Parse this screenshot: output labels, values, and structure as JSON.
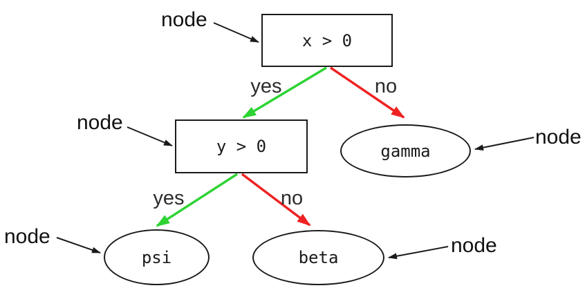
{
  "colors": {
    "yes_edge": "#2ed334",
    "no_edge": "#ee2222",
    "annotation": "#1a1a1a"
  },
  "nodes": [
    {
      "id": "root",
      "shape": "rectangle",
      "label": "x > 0"
    },
    {
      "id": "internal",
      "shape": "rectangle",
      "label": "y > 0"
    },
    {
      "id": "gamma",
      "shape": "ellipse",
      "label": "gamma"
    },
    {
      "id": "psi",
      "shape": "ellipse",
      "label": "psi"
    },
    {
      "id": "beta",
      "shape": "ellipse",
      "label": "beta"
    }
  ],
  "edges": [
    {
      "from": "root",
      "to": "internal",
      "label": "yes",
      "color": "#2ed334"
    },
    {
      "from": "root",
      "to": "gamma",
      "label": "no",
      "color": "#ee2222"
    },
    {
      "from": "internal",
      "to": "psi",
      "label": "yes",
      "color": "#2ed334"
    },
    {
      "from": "internal",
      "to": "beta",
      "label": "no",
      "color": "#ee2222"
    }
  ],
  "annotations": [
    {
      "label": "node",
      "target": "root"
    },
    {
      "label": "node",
      "target": "internal"
    },
    {
      "label": "node",
      "target": "gamma"
    },
    {
      "label": "node",
      "target": "psi"
    },
    {
      "label": "node",
      "target": "beta"
    }
  ]
}
